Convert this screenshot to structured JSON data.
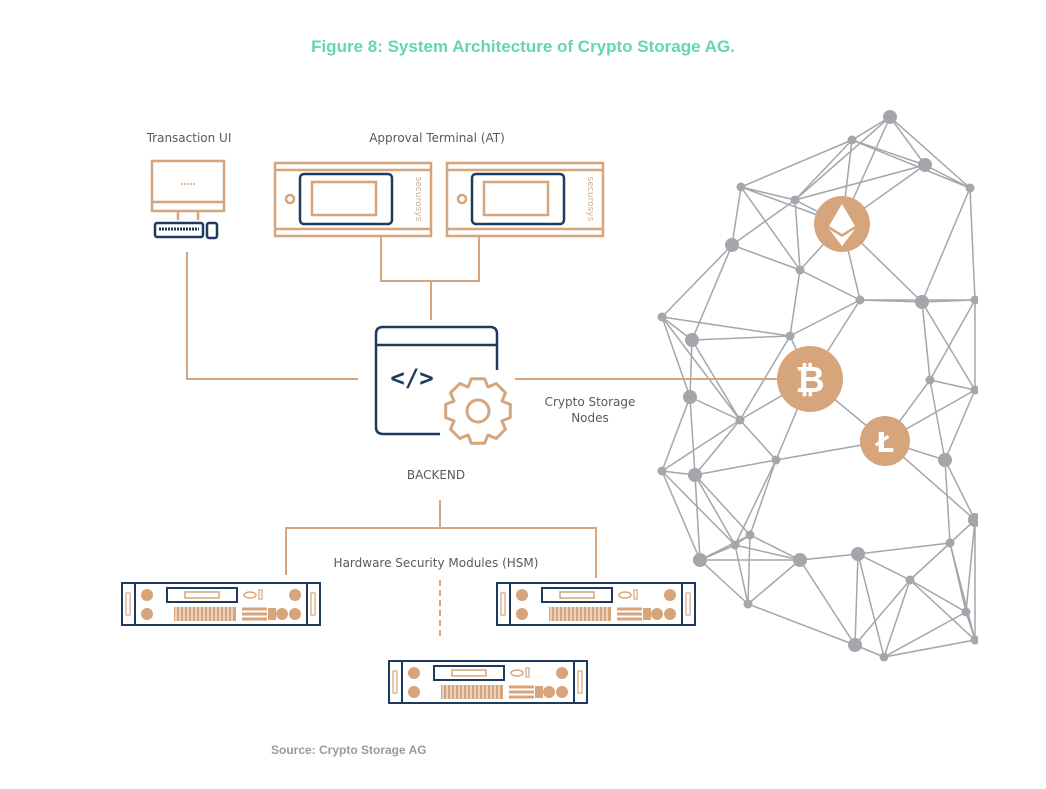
{
  "title": "Figure 8: System Architecture of Crypto Storage AG.",
  "source": "Source: Crypto Storage AG",
  "labels": {
    "transaction_ui": "Transaction UI",
    "approval_terminal": "Approval Terminal (AT)",
    "terminal_brand": "securosys",
    "backend": "BACKEND",
    "backend_code": "</>",
    "crypto_nodes_line1": "Crypto Storage",
    "crypto_nodes_line2": "Nodes",
    "hsm": "Hardware Security Modules (HSM)"
  },
  "coins": {
    "eth": "ethereum-icon",
    "btc": "bitcoin-icon",
    "ltc": "litecoin-icon",
    "btc_symbol": "₿",
    "ltc_symbol": "Ł"
  },
  "colors": {
    "title": "#63d6b1",
    "accent": "#d6a57c",
    "navy": "#1f3a5f",
    "network": "#a3a6ab"
  }
}
